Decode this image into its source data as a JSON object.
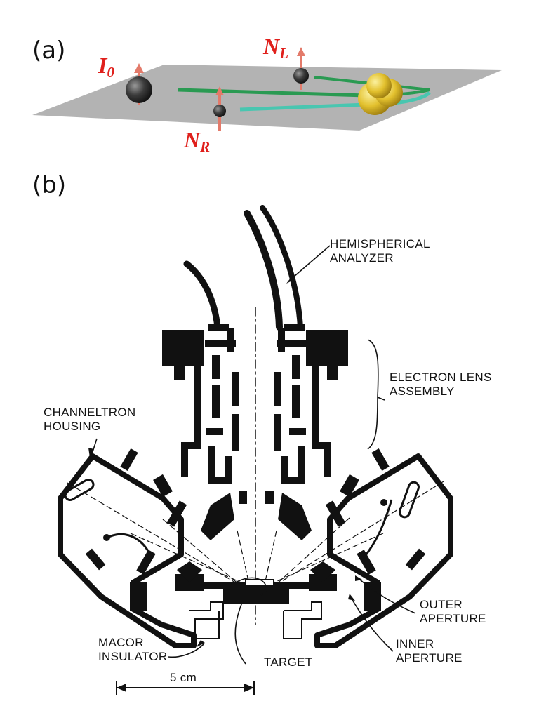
{
  "panel_a": {
    "label": "(a)",
    "symbols": {
      "i0": {
        "main": "I",
        "sub": "0"
      },
      "nl": {
        "main": "N",
        "sub": "L"
      },
      "nr": {
        "main": "N",
        "sub": "R"
      }
    }
  },
  "panel_b": {
    "label": "(b)",
    "labels": {
      "analyzer": "HEMISPHERICAL\nANALYZER",
      "lens": "ELECTRON LENS\nASSEMBLY",
      "channeltron": "CHANNELTRON\nHOUSING",
      "outer": "OUTER\nAPERTURE",
      "inner": "INNER\nAPERTURE",
      "macor": "MACOR\nINSULATOR",
      "target": "TARGET",
      "scale": "5 cm"
    }
  },
  "colors": {
    "symbol_red": "#e0201c",
    "plane_gray": "#b3b3b3",
    "track_green": "#2a9a52",
    "track_cyan": "#49c6b0",
    "nucleus_gold": "#e3c12e"
  }
}
